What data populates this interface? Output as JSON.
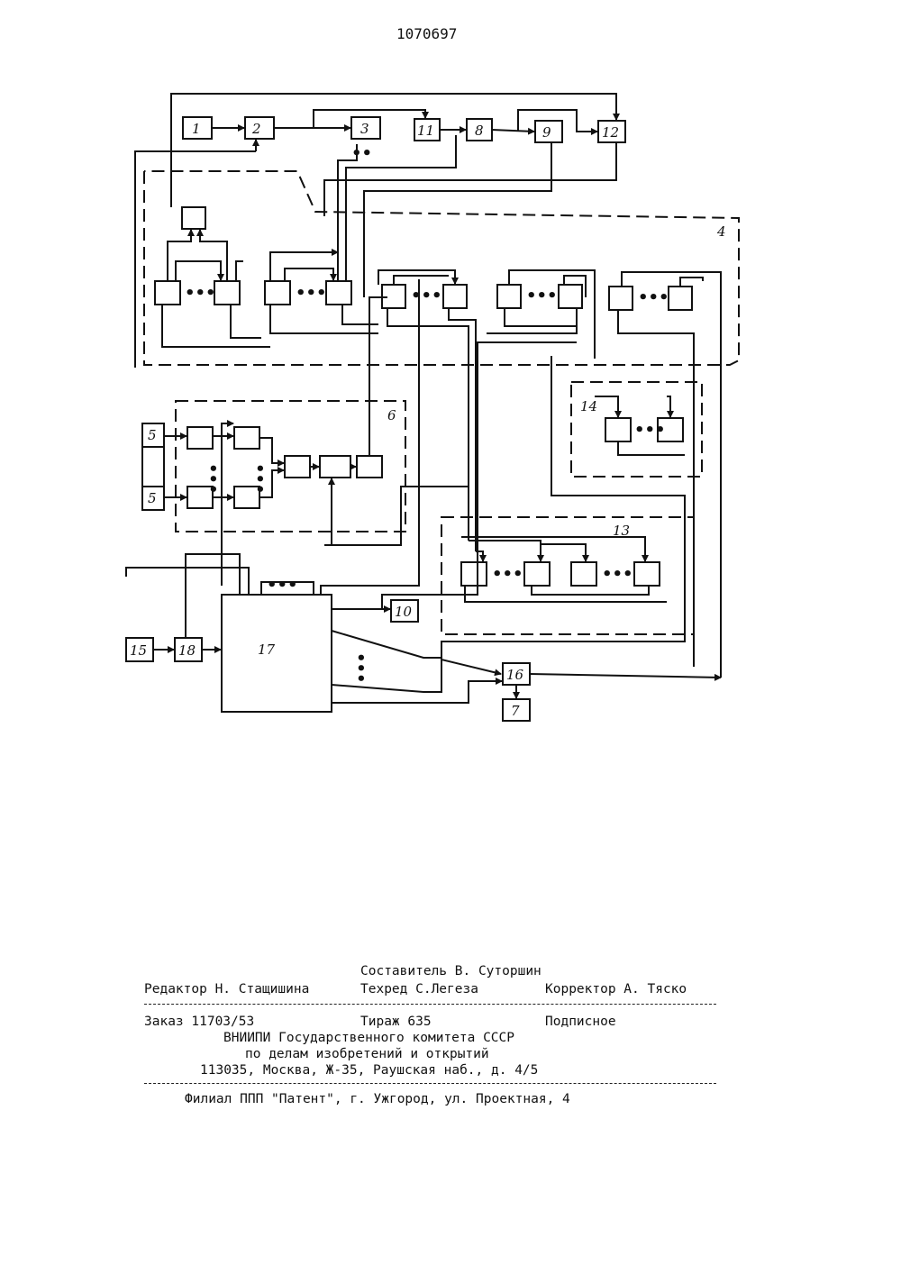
{
  "patent_number": "1070697",
  "diagram": {
    "labels": {
      "b1": "1",
      "b2": "2",
      "b3": "3",
      "b11": "11",
      "b8": "8",
      "b9": "9",
      "b12": "12",
      "g4": "4",
      "b5a": "5",
      "b5b": "5",
      "g6": "6",
      "g14": "14",
      "g13": "13",
      "b10": "10",
      "b17": "17",
      "b15": "15",
      "b18": "18",
      "b16": "16",
      "b7": "7"
    },
    "ellipsis": "•••"
  },
  "imprint": {
    "compiler": "Составитель В. Суторшин",
    "editor": "Редактор Н. Стащишина",
    "techred": "Техред С.Легеза",
    "corrector": "Корректор А. Тяско",
    "order": "Заказ 11703/53",
    "circulation": "Тираж 635",
    "subscription": "Подписное",
    "org1": "ВНИИПИ Государственного комитета СССР",
    "org2": "по делам изобретений и открытий",
    "address": "113035, Москва, Ж-35, Раушская наб., д. 4/5",
    "branch": "Филиал ППП \"Патент\", г. Ужгород, ул. Проектная, 4"
  }
}
